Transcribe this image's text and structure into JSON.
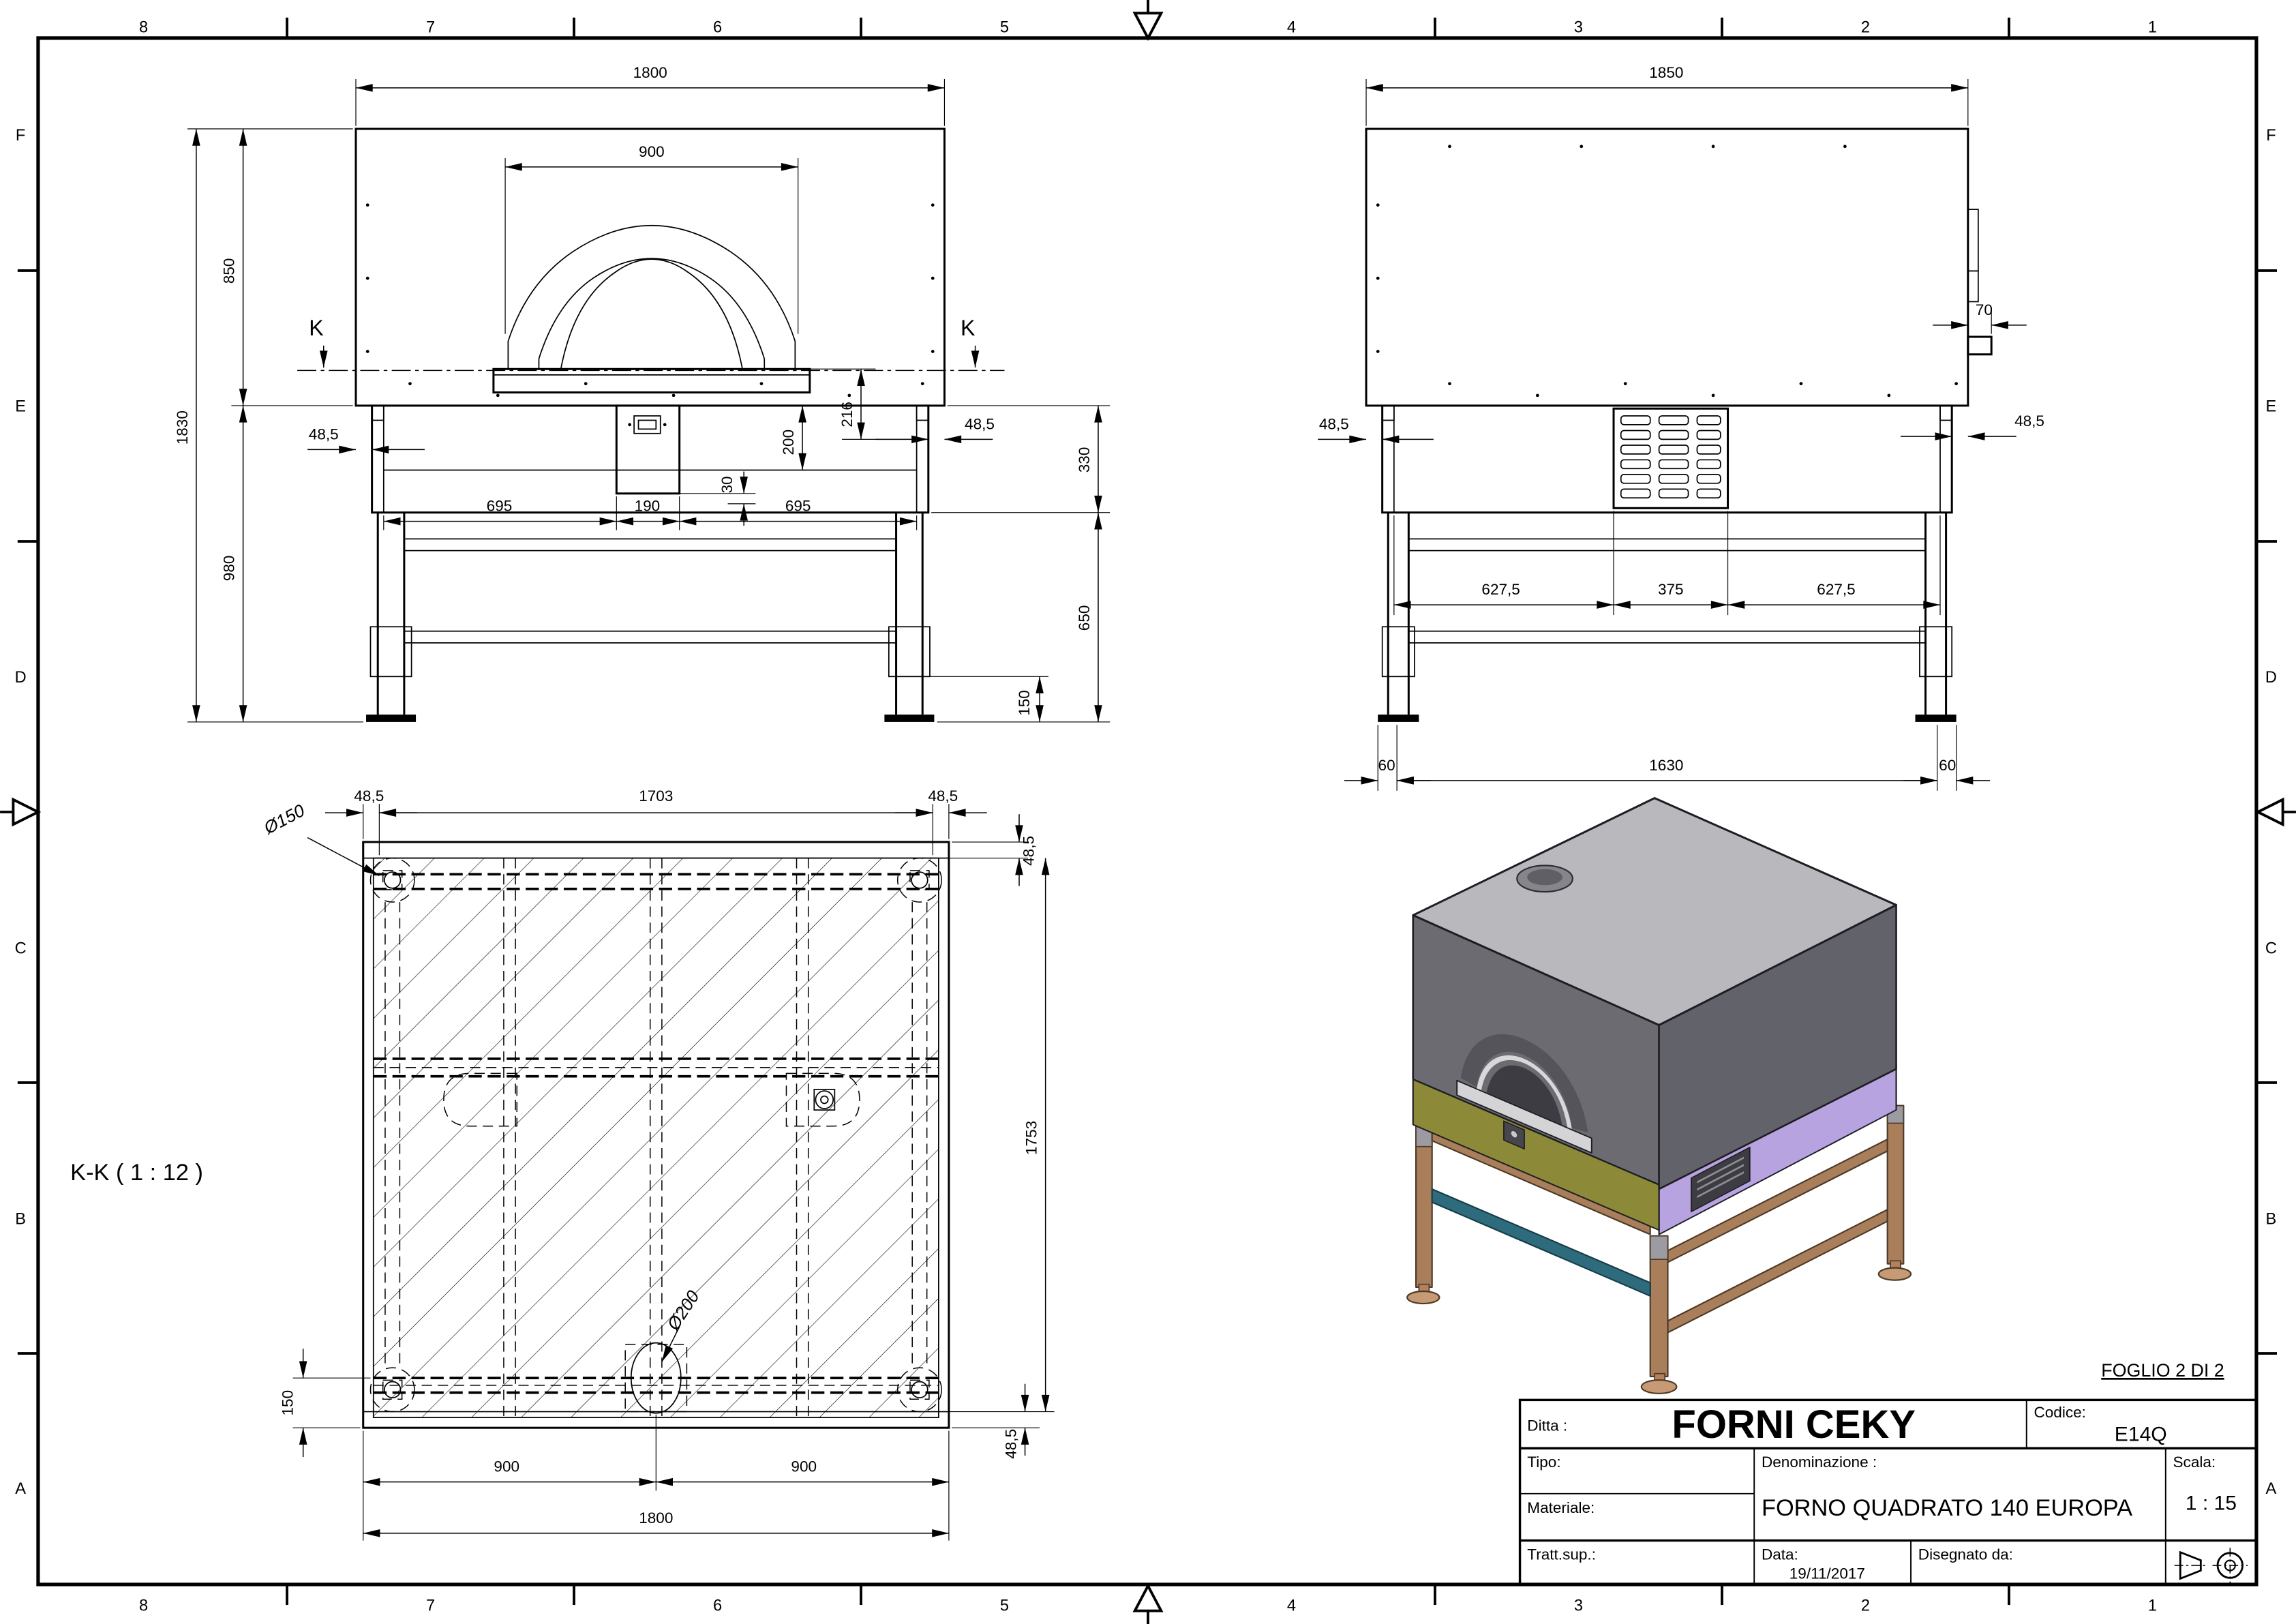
{
  "sheet": {
    "foglio": "FOGLIO 2 DI 2",
    "zones_top": [
      "8",
      "7",
      "6",
      "5",
      "4",
      "3",
      "2",
      "1"
    ],
    "zones_bottom": [
      "8",
      "7",
      "6",
      "5",
      "4",
      "3",
      "2",
      "1"
    ],
    "zones_left": [
      "F",
      "E",
      "D",
      "C",
      "B",
      "A"
    ],
    "zones_right": [
      "F",
      "E",
      "D",
      "C",
      "B",
      "A"
    ]
  },
  "title_block": {
    "ditta_label": "Ditta :",
    "company": "FORNI CEKY",
    "codice_label": "Codice:",
    "codice": "E14Q",
    "tipo_label": "Tipo:",
    "materiale_label": "Materiale:",
    "tratt_label": "Tratt.sup.:",
    "denominazione_label": "Denominazione :",
    "denominazione": "FORNO QUADRATO 140 EUROPA",
    "scala_label": "Scala:",
    "scala": "1 : 15",
    "data_label": "Data:",
    "data": "19/11/2017",
    "disegnato_label": "Disegnato da:"
  },
  "views": {
    "front": {
      "section_letter": "K",
      "dims": {
        "total_width": "1800",
        "mouth_width": "900",
        "upper_height": "850",
        "total_height": "1830",
        "lower_height": "980",
        "floor_drop": "216",
        "offset_left": "48,5",
        "offset_right": "48,5",
        "box_step": "30",
        "skirt_depth": "200",
        "span_left": "695",
        "span_center": "190",
        "span_right": "695",
        "band_height": "330",
        "frame_height": "650",
        "foot_height": "150"
      }
    },
    "side": {
      "dims": {
        "total_width": "1850",
        "flue_width": "70",
        "offset_left": "48,5",
        "offset_right": "48,5",
        "span_left": "627,5",
        "span_center": "375",
        "span_right": "627,5",
        "foot_left": "60",
        "base_span": "1630",
        "foot_right": "60"
      }
    },
    "section": {
      "label": "K-K ( 1 : 12 )",
      "dims": {
        "offset_left": "48,5",
        "inner_span": "1703",
        "offset_right": "48,5",
        "corner_hole": "Ø150",
        "top_offset": "48,5",
        "inner_depth": "1753",
        "bottom_offset": "48,5",
        "center_hole": "Ø200",
        "rail_clear": "150",
        "half_left": "900",
        "half_right": "900",
        "total_width": "1800"
      }
    }
  },
  "iso_colors": {
    "body": "#6b6b71",
    "body_right": "#62626a",
    "top": "#b9b9bd",
    "skirt_front": "#8c8a38",
    "skirt_side": "#b7a3e0",
    "frame": "#a87e5b",
    "rail_accent": "#2d6b7d",
    "feet": "#c69a74"
  }
}
